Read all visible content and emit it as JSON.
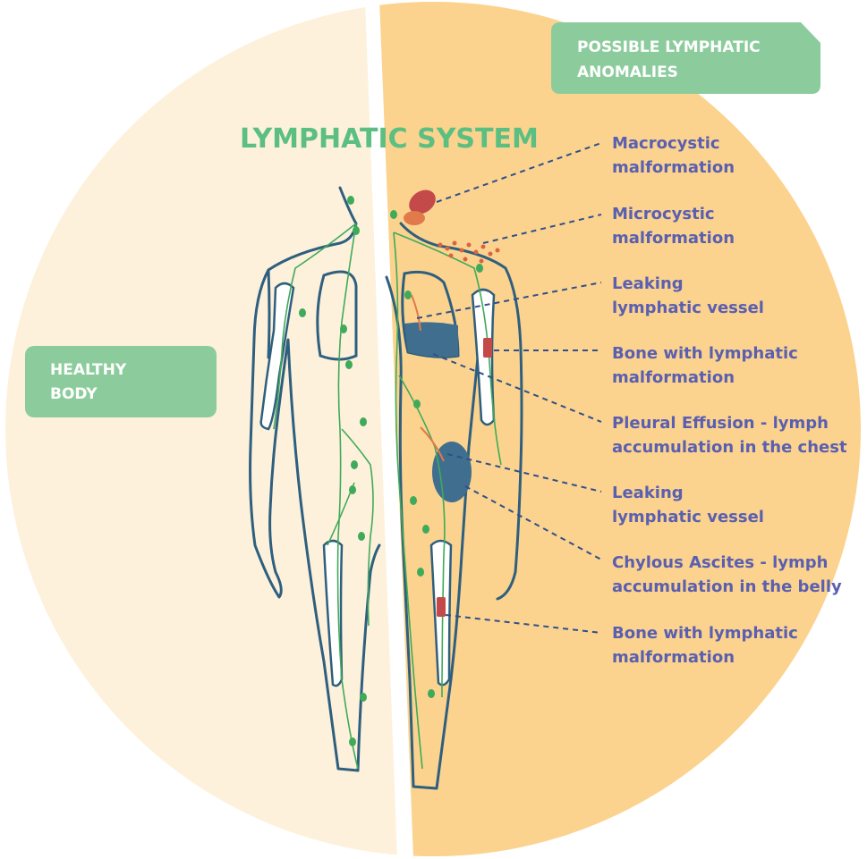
{
  "title": "LYMPHATIC SYSTEM",
  "healthy_badge": {
    "line1": "HEALTHY",
    "line2": "BODY"
  },
  "anomalies_badge": {
    "line1": "POSSIBLE LYMPHATIC",
    "line2": "ANOMALIES"
  },
  "labels": [
    {
      "line1": "Macrocystic",
      "line2": "malformation"
    },
    {
      "line1": "Microcystic",
      "line2": "malformation"
    },
    {
      "line1": "Leaking",
      "line2": "lymphatic vessel"
    },
    {
      "line1": "Bone with lymphatic",
      "line2": "malformation"
    },
    {
      "line1": "Pleural Effusion - lymph",
      "line2": "accumulation in the chest"
    },
    {
      "line1": "Leaking",
      "line2": "lymphatic vessel"
    },
    {
      "line1": "Chylous Ascites - lymph",
      "line2": "accumulation in the belly"
    },
    {
      "line1": "Bone with lymphatic",
      "line2": "malformation"
    }
  ],
  "colors": {
    "healthy_bg": "#fdf1dc",
    "anomaly_bg": "#fbd38e",
    "badge_green": "#8ccc9c",
    "title_green": "#5bbf82",
    "label_blue": "#5a5fb0",
    "body_outline": "#2f5f7e",
    "lymph_green": "#3faa5a",
    "bone": "#ffffff",
    "malformation_red": "#c44a4a",
    "fluid_blue": "#3f6e8f"
  }
}
